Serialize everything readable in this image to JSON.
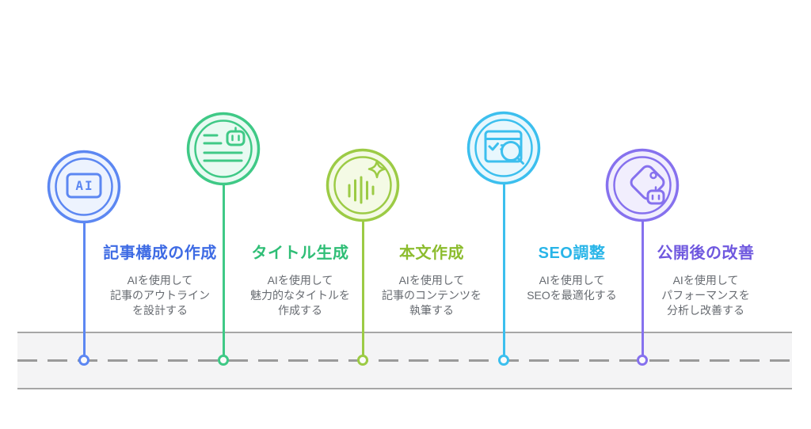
{
  "page": {
    "background": "#ffffff"
  },
  "road": {
    "fill": "#f4f4f5",
    "border_color": "#a6a6a6",
    "dash_color": "#9a9a9a"
  },
  "steps": [
    {
      "title": "記事構成の作成",
      "desc_lines": [
        "AIを使用して",
        "記事のアウトライン",
        "を設計する"
      ],
      "icon": "ai-chip-icon",
      "icon_text": "AI",
      "accent": "#3e6be4",
      "circle_stroke": "#5c87f2",
      "circle_fill": "#edf3fe"
    },
    {
      "title": "タイトル生成",
      "desc_lines": [
        "AIを使用して",
        "魅力的なタイトルを",
        "作成する"
      ],
      "icon": "document-robot-icon",
      "accent": "#2fbe76",
      "circle_stroke": "#3fc986",
      "circle_fill": "#e9faf2"
    },
    {
      "title": "本文作成",
      "desc_lines": [
        "AIを使用して",
        "記事のコンテンツを",
        "執筆する"
      ],
      "icon": "waveform-sparkle-icon",
      "accent": "#8cbc2e",
      "circle_stroke": "#9ccb45",
      "circle_fill": "#f4fae5"
    },
    {
      "title": "SEO調整",
      "desc_lines": [
        "AIを使用して",
        "SEOを最適化する"
      ],
      "icon": "browser-search-icon",
      "accent": "#29b5e8",
      "circle_stroke": "#3cbfee",
      "circle_fill": "#e8f7fd"
    },
    {
      "title": "公開後の改善",
      "desc_lines": [
        "AIを使用して",
        "パフォーマンスを",
        "分析し改善する"
      ],
      "icon": "tag-robot-icon",
      "accent": "#6f58df",
      "circle_stroke": "#8671ee",
      "circle_fill": "#f1eefd"
    }
  ]
}
